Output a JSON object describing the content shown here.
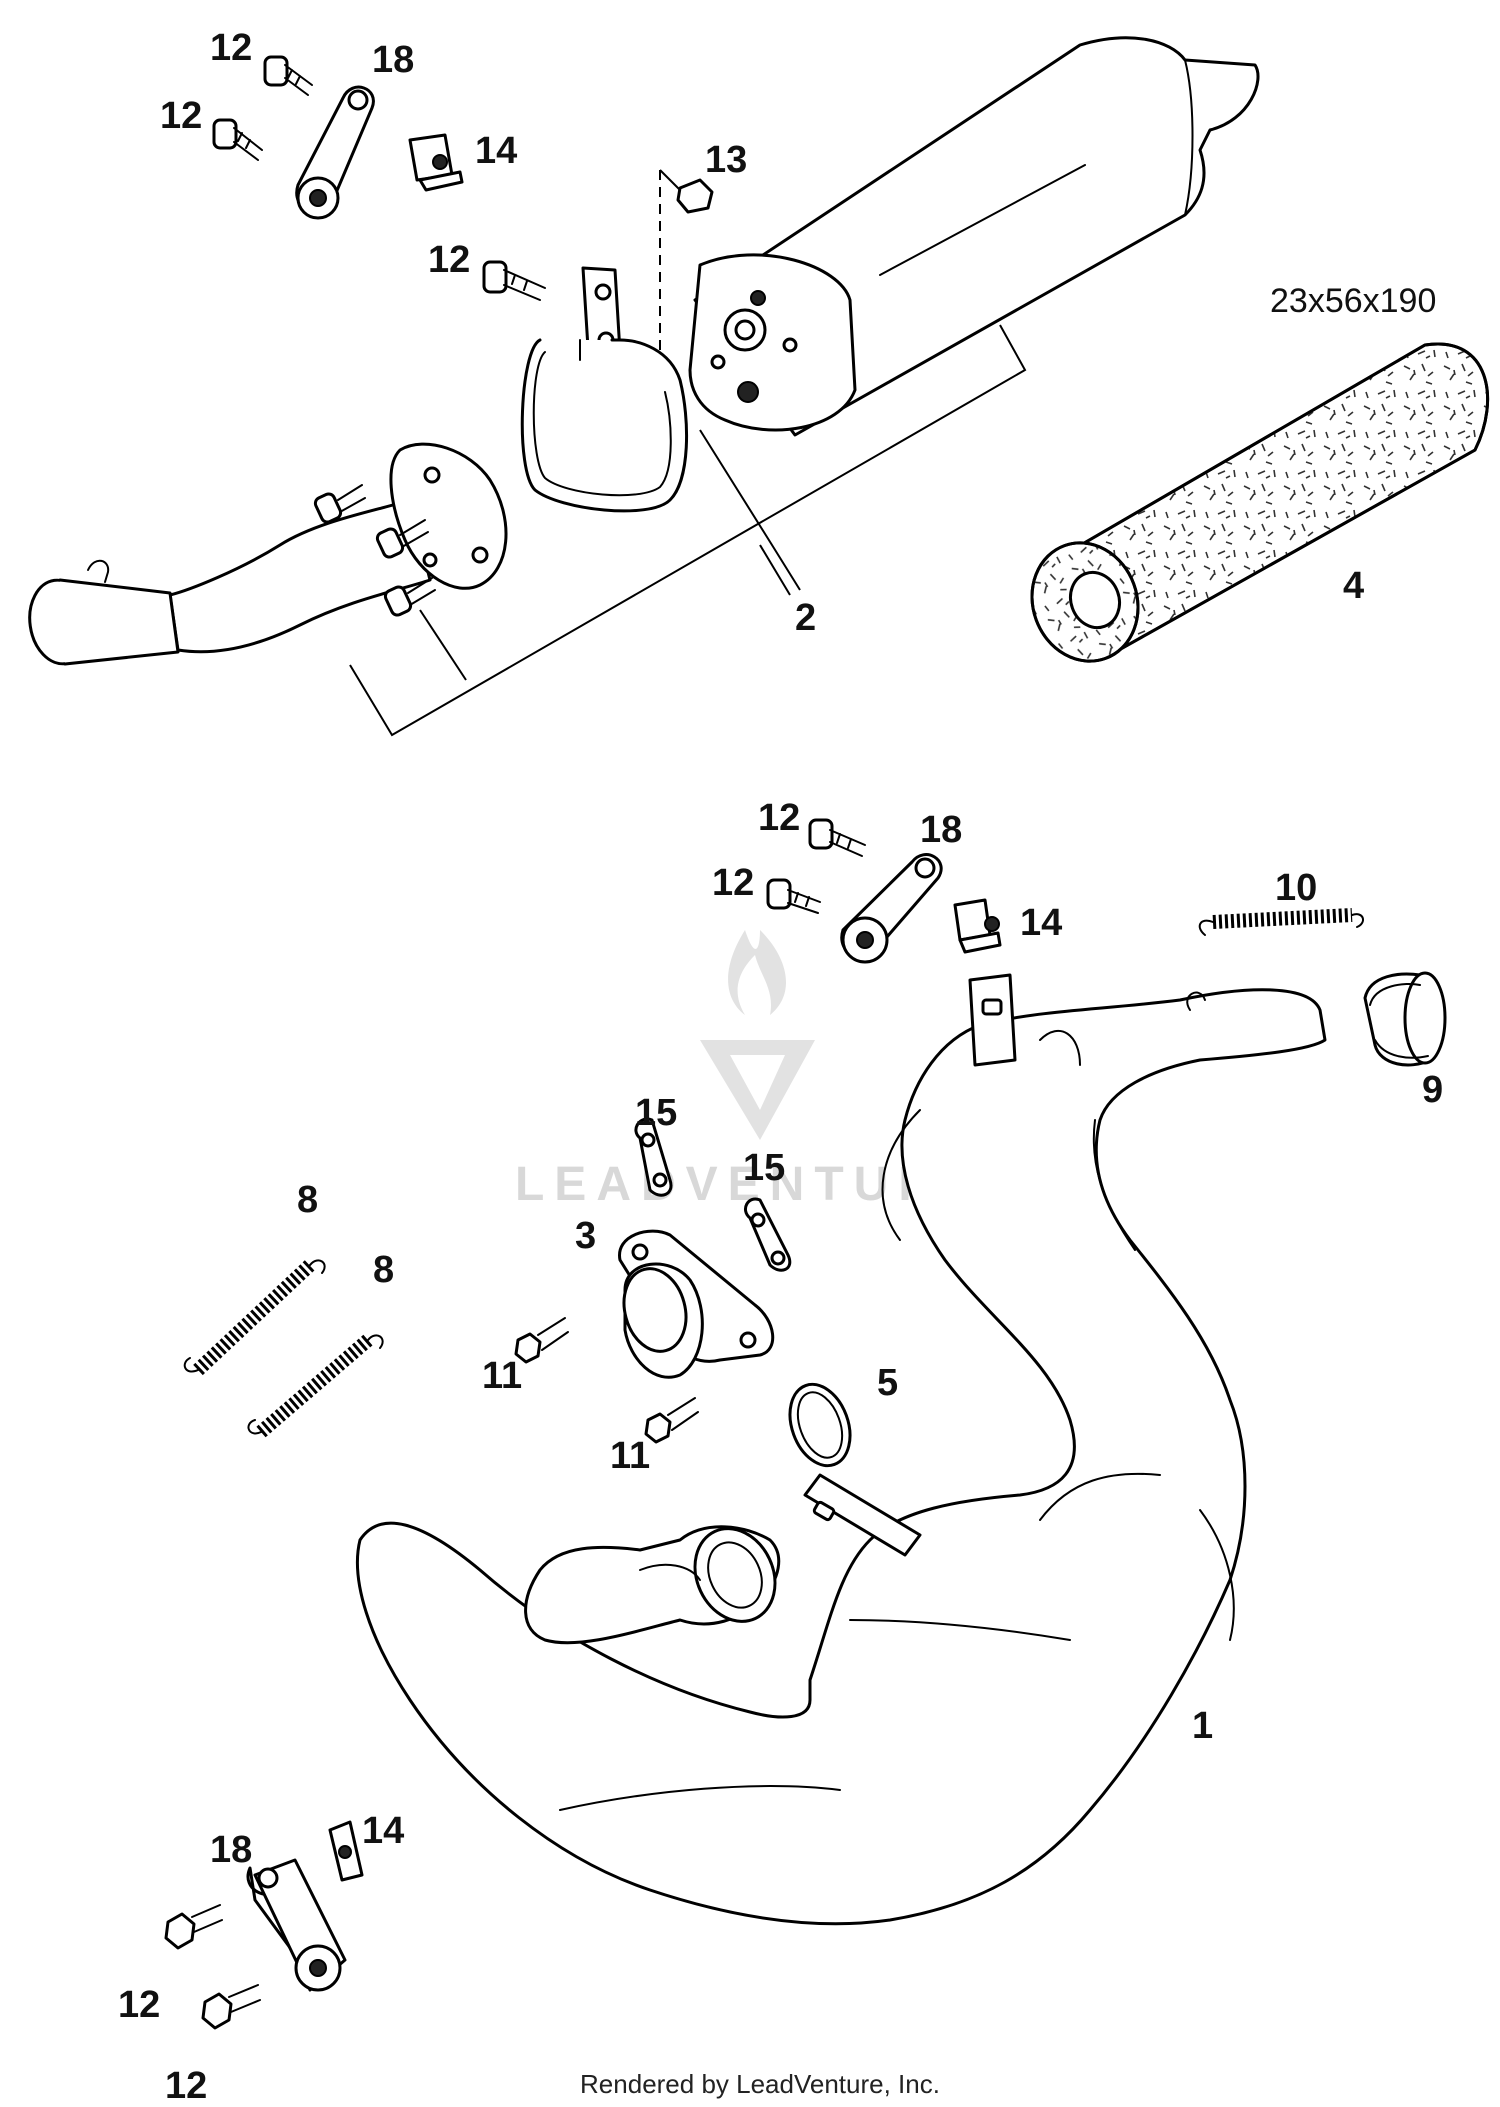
{
  "diagram": {
    "callouts": {
      "c12a": "12",
      "c12b": "12",
      "c18a": "18",
      "c14a": "14",
      "c13": "13",
      "c12c": "12",
      "c2": "2",
      "c4": "4",
      "c12d": "12",
      "c12e": "12",
      "c18b": "18",
      "c14b": "14",
      "c10": "10",
      "c9": "9",
      "c15a": "15",
      "c15b": "15",
      "c3": "3",
      "c8a": "8",
      "c8b": "8",
      "c11a": "11",
      "c11b": "11",
      "c5": "5",
      "c1": "1",
      "c18c": "18",
      "c14c": "14",
      "c12f": "12",
      "c12g": "12"
    },
    "packing_dimension": "23x56x190",
    "watermark": "LEADVENTURE",
    "footer": "Rendered by LeadVenture, Inc."
  }
}
